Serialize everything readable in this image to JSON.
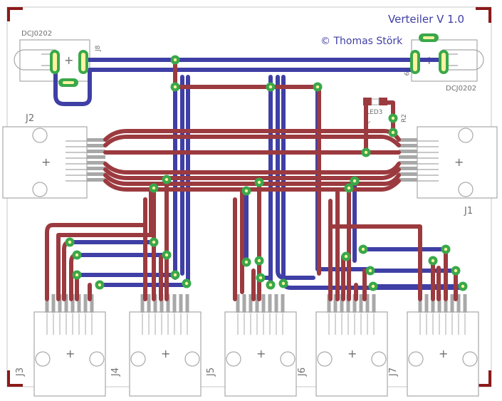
{
  "board": {
    "title": "Verteiler V 1.0",
    "author": "© Thomas Störk",
    "led_label": "LED3",
    "resistor_label": "R2"
  },
  "connectors": {
    "power_left": {
      "ref": "J8",
      "type": "DCJ0202"
    },
    "power_right": {
      "ref": "J9",
      "type": "DCJ0202"
    },
    "rj_left": "J2",
    "rj_right": "J1",
    "rj_bottom": [
      "J3",
      "J4",
      "J5",
      "J6",
      "J7"
    ]
  },
  "colors": {
    "top_copper": "#9b3a3f",
    "bottom_copper": "#3f3fa6",
    "via": "#39a84a",
    "silkscreen": "#a8a8a8"
  }
}
